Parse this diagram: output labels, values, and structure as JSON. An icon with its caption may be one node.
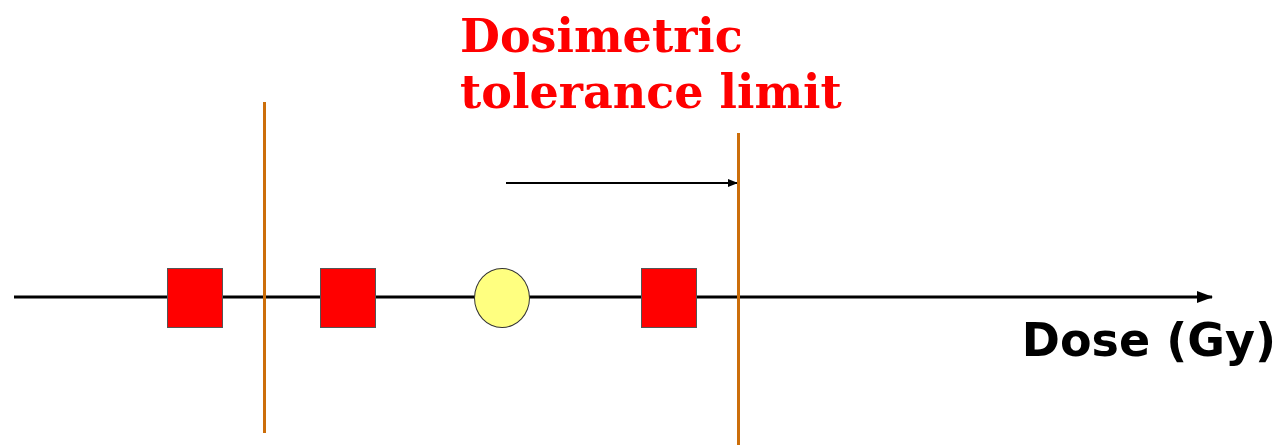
{
  "diagram": {
    "nodes": [
      {
        "text": [],
        "shape": "box"
      },
      {
        "text": [],
        "shape": "bar"
      },
      {
        "text": [],
        "shape": "box"
      },
      {
        "text": [],
        "shape": "circle"
      },
      {
        "text": [],
        "shape": "box"
      },
      {
        "text": [],
        "shape": "bar",
        "beside": [
          "Dosimetric tolerance limit"
        ]
      }
    ],
    "edges": [
      {
        "from": null,
        "to": 5,
        "arrow": "to"
      }
    ],
    "labels": [
      "Dose (Gy)"
    ]
  }
}
